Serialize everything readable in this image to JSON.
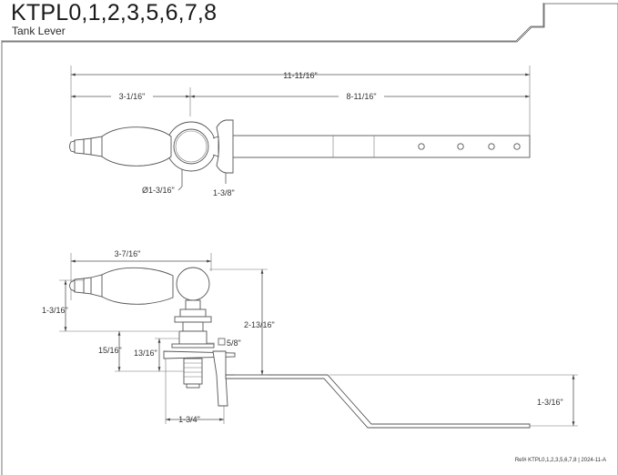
{
  "header": {
    "title": "KTPL0,1,2,3,5,6,7,8",
    "subtitle": "Tank Lever"
  },
  "dimensions": {
    "overall_length": "11-11/16\"",
    "handle_to_hub": "3-1/16\"",
    "hub_to_end": "8-11/16\"",
    "hub_diameter": "Ø1-3/16\"",
    "flange_width": "1-3/8\"",
    "side_handle_length": "3-7/16\"",
    "side_handle_height": "1-3/16\"",
    "total_height": "2-13/16\"",
    "nut_square": "5/8\"",
    "thread_15_16": "15/16\"",
    "thread_13_16": "13/16\"",
    "arm_offset": "1-3/4\"",
    "arm_drop": "1-3/16\""
  },
  "footer": {
    "ref": "Ref# KTPL0,1,2,3,5,6,7,8 | 2024-11-A"
  }
}
